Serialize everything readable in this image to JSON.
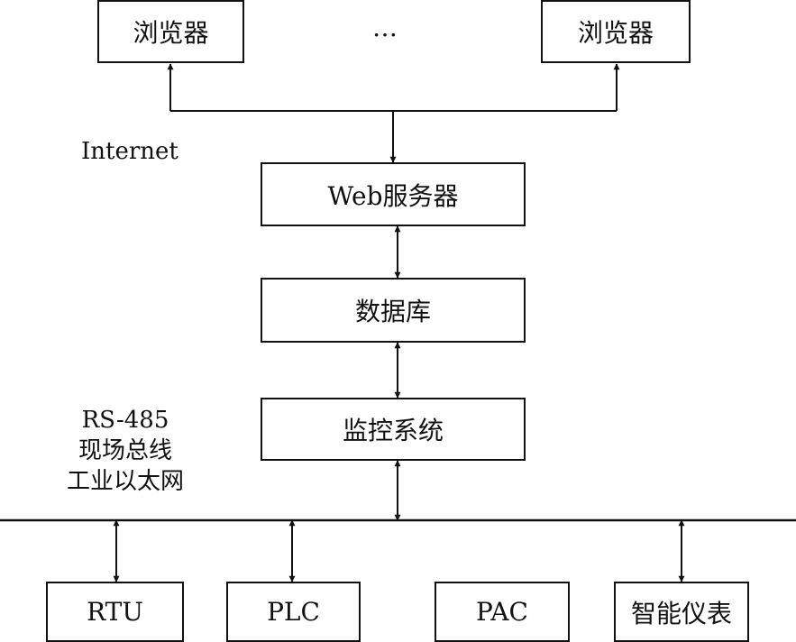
{
  "browsers": {
    "left": "浏览器",
    "ellipsis": "…",
    "right": "浏览器"
  },
  "network": {
    "internet": "Internet",
    "bus_lines": [
      "RS-485",
      "现场总线",
      "工业以太网"
    ]
  },
  "servers": {
    "web": "Web服务器",
    "database": "数据库",
    "monitor": "监控系统"
  },
  "devices": [
    "RTU",
    "PLC",
    "PAC",
    "智能仪表"
  ],
  "colors": {
    "line": "#111111",
    "background": "#ffffff"
  }
}
